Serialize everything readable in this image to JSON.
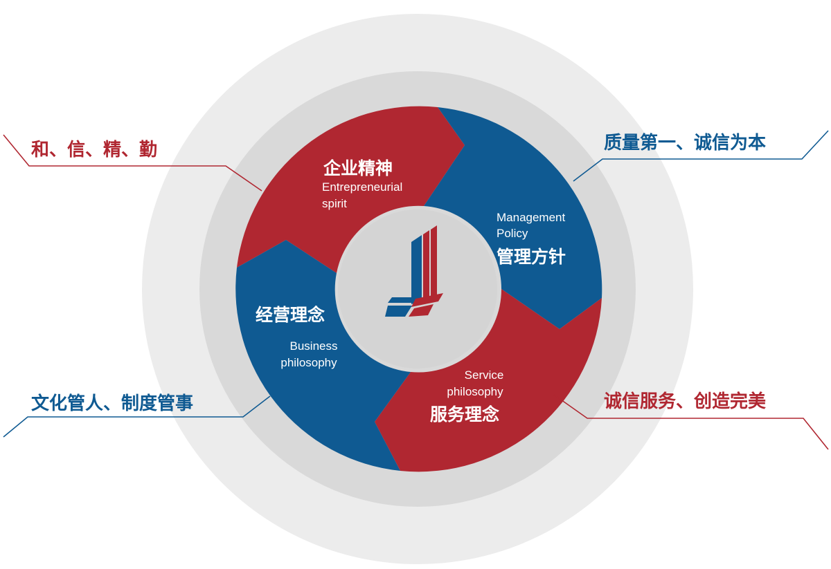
{
  "center_logo": {
    "icon": "company-logo-icon"
  },
  "segments": [
    {
      "id": "top",
      "title": "企业精神",
      "subtitle_line1": "Entrepreneurial",
      "subtitle_line2": "spirit"
    },
    {
      "id": "right",
      "title": "管理方针",
      "subtitle_line1": "Management",
      "subtitle_line2": "Policy"
    },
    {
      "id": "bottom",
      "title": "服务理念",
      "subtitle_line1": "Service",
      "subtitle_line2": "philosophy"
    },
    {
      "id": "left",
      "title": "经营理念",
      "subtitle_line1": "Business",
      "subtitle_line2": "philosophy"
    }
  ],
  "callouts": {
    "top_left": "和、信、精、勤",
    "top_right": "质量第一、诚信为本",
    "bottom_left": "文化管人、制度管事",
    "bottom_right": "诚信服务、创造完美"
  },
  "colors": {
    "red": "#b02731",
    "blue": "#0f5a92",
    "ring_outer": "#ececec",
    "ring_mid": "#d9d9d9",
    "center": "#d4d4d4",
    "text_white": "#ffffff"
  }
}
